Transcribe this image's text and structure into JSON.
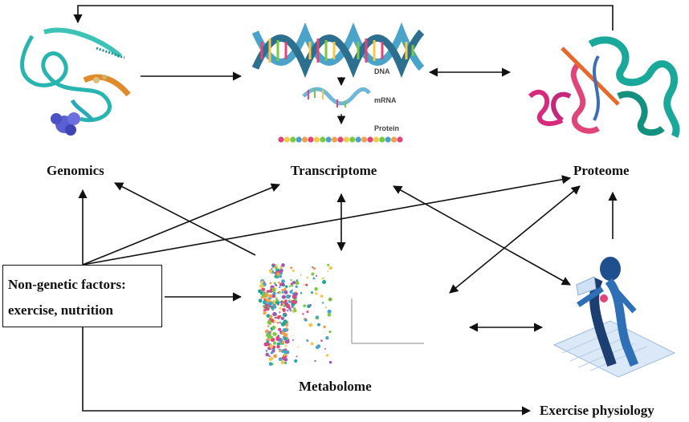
{
  "labels": {
    "genomics": "Genomics",
    "transcriptome": "Transcriptome",
    "proteome": "Proteome",
    "metabolome": "Metabolome",
    "exercise_physiology": "Exercise physiology",
    "dna": "DNA",
    "mrna": "mRNA",
    "protein": "Protein"
  },
  "factor_box": {
    "line1": "Non-genetic factors:",
    "line2": "exercise, nutrition"
  },
  "colors": {
    "arrow": "#111111",
    "dna_blue": "#4aa3c8",
    "dna_pink": "#e2457a",
    "protein_teal": "#1aa89a",
    "protein_magenta": "#d82a7c",
    "spectrum": "#5a9fd4"
  }
}
